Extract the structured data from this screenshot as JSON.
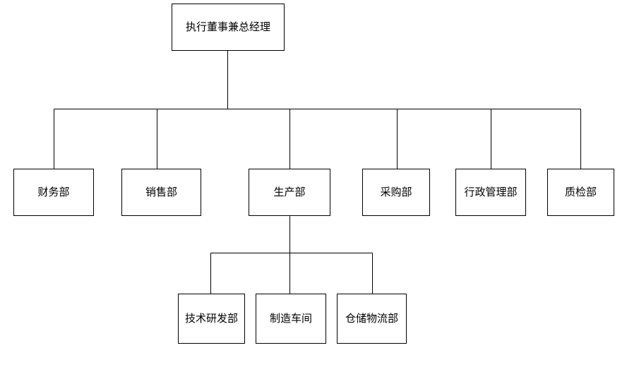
{
  "org_chart": {
    "root": {
      "id": "ceo",
      "label": "执行董事兼总经理"
    },
    "level2": [
      {
        "id": "finance",
        "label": "财务部",
        "parent": "ceo"
      },
      {
        "id": "sales",
        "label": "销售部",
        "parent": "ceo"
      },
      {
        "id": "production",
        "label": "生产部",
        "parent": "ceo"
      },
      {
        "id": "purchasing",
        "label": "采购部",
        "parent": "ceo"
      },
      {
        "id": "admin",
        "label": "行政管理部",
        "parent": "ceo"
      },
      {
        "id": "quality",
        "label": "质检部",
        "parent": "ceo"
      }
    ],
    "level3": [
      {
        "id": "rnd",
        "label": "技术研发部",
        "parent": "production"
      },
      {
        "id": "workshop",
        "label": "制造车间",
        "parent": "production"
      },
      {
        "id": "logistics",
        "label": "仓储物流部",
        "parent": "production"
      }
    ]
  },
  "colors": {
    "line_color": "#000000",
    "box_border": "#000000",
    "box_fill": "#ffffff",
    "text_color": "#000000",
    "bg_color": "#ffffff"
  }
}
